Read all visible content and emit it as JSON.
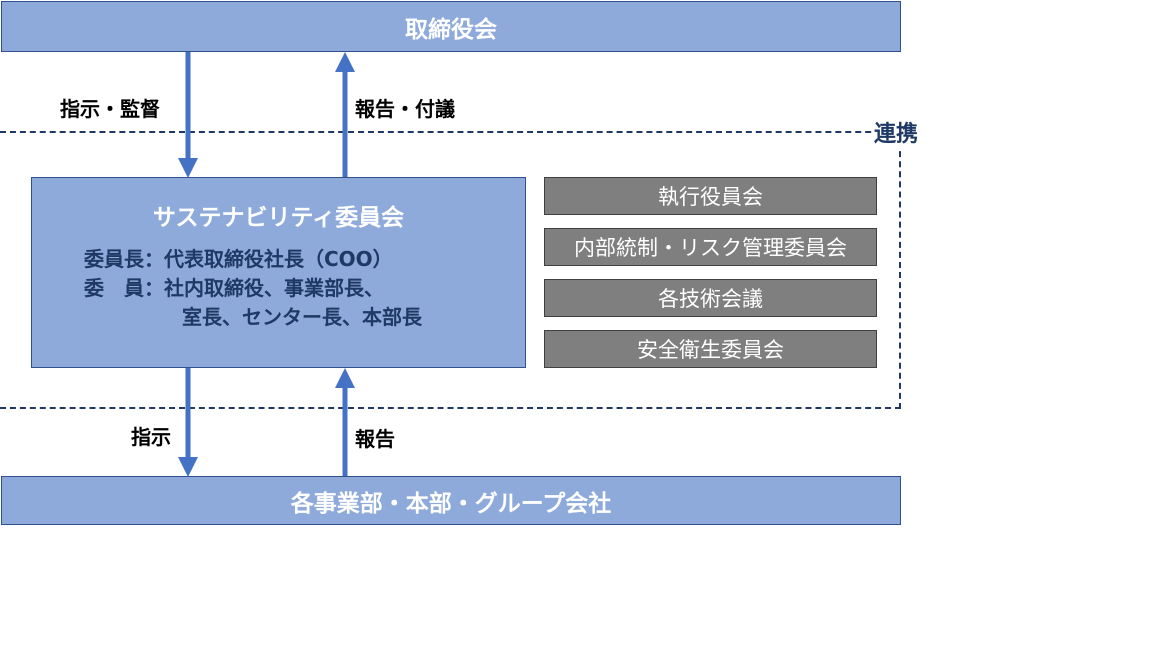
{
  "board": {
    "label": "取締役会"
  },
  "collaboration": {
    "label": "連携"
  },
  "sustainability_committee": {
    "title": "サステナビリティ委員会",
    "chair_line": "委員長：代表取締役社長（COO）",
    "members_line": "委　員：社内取締役、事業部長、",
    "members_line_cont": "室長、センター長、本部長"
  },
  "committees": [
    {
      "label": "執行役員会"
    },
    {
      "label": "内部統制・リスク管理委員会"
    },
    {
      "label": "各技術会議"
    },
    {
      "label": "安全衛生委員会"
    }
  ],
  "arrows": {
    "instruct_supervise": "指示・監督",
    "report_propose": "報告・付議",
    "instruct": "指示",
    "report": "報告"
  },
  "divisions": {
    "label": "各事業部・本部・グループ会社"
  },
  "colors": {
    "blue_fill": "#8eaadb",
    "blue_border": "#2f528f",
    "grey_fill": "#7f7f7f",
    "arrow": "#4472c4",
    "dark_navy": "#1f3864"
  }
}
